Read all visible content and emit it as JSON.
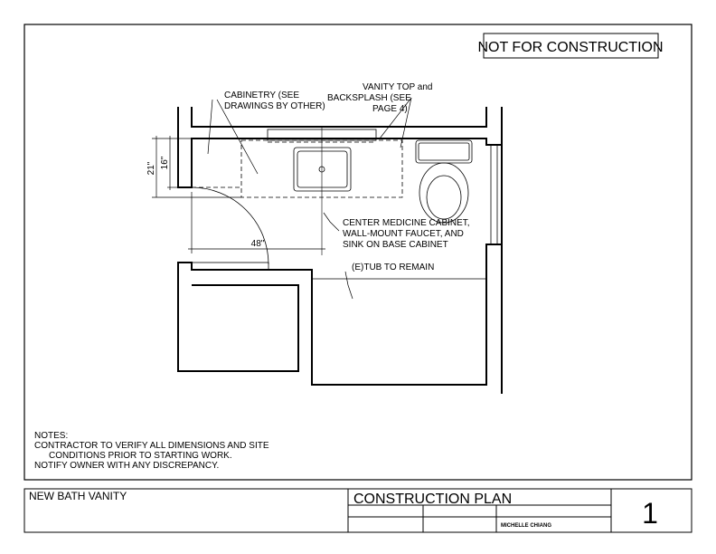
{
  "stamp": "NOT FOR CONSTRUCTION",
  "labels": {
    "cabinetry": [
      "CABINETRY (SEE",
      "DRAWINGS BY OTHER)"
    ],
    "vanity_top": [
      "VANITY TOP and",
      "BACKSPLASH (SEE",
      "PAGE 4)"
    ],
    "center": [
      "CENTER MEDICINE CABINET,",
      "WALL-MOUNT FAUCET, AND",
      "SINK ON BASE CABINET"
    ],
    "tub": "(E)TUB TO REMAIN"
  },
  "dimensions": {
    "d21": "21\"",
    "d16": "16\"",
    "d48": "48\""
  },
  "notes": [
    "NOTES:",
    "CONTRACTOR TO VERIFY ALL DIMENSIONS AND SITE",
    "CONDITIONS PRIOR TO STARTING WORK.",
    "NOTIFY OWNER WITH ANY DISCREPANCY."
  ],
  "title_block": {
    "project": "NEW BATH VANITY",
    "sheet_title": "CONSTRUCTION PLAN",
    "drafter": "MICHELLE CHIANG",
    "sheet_number": "1"
  }
}
